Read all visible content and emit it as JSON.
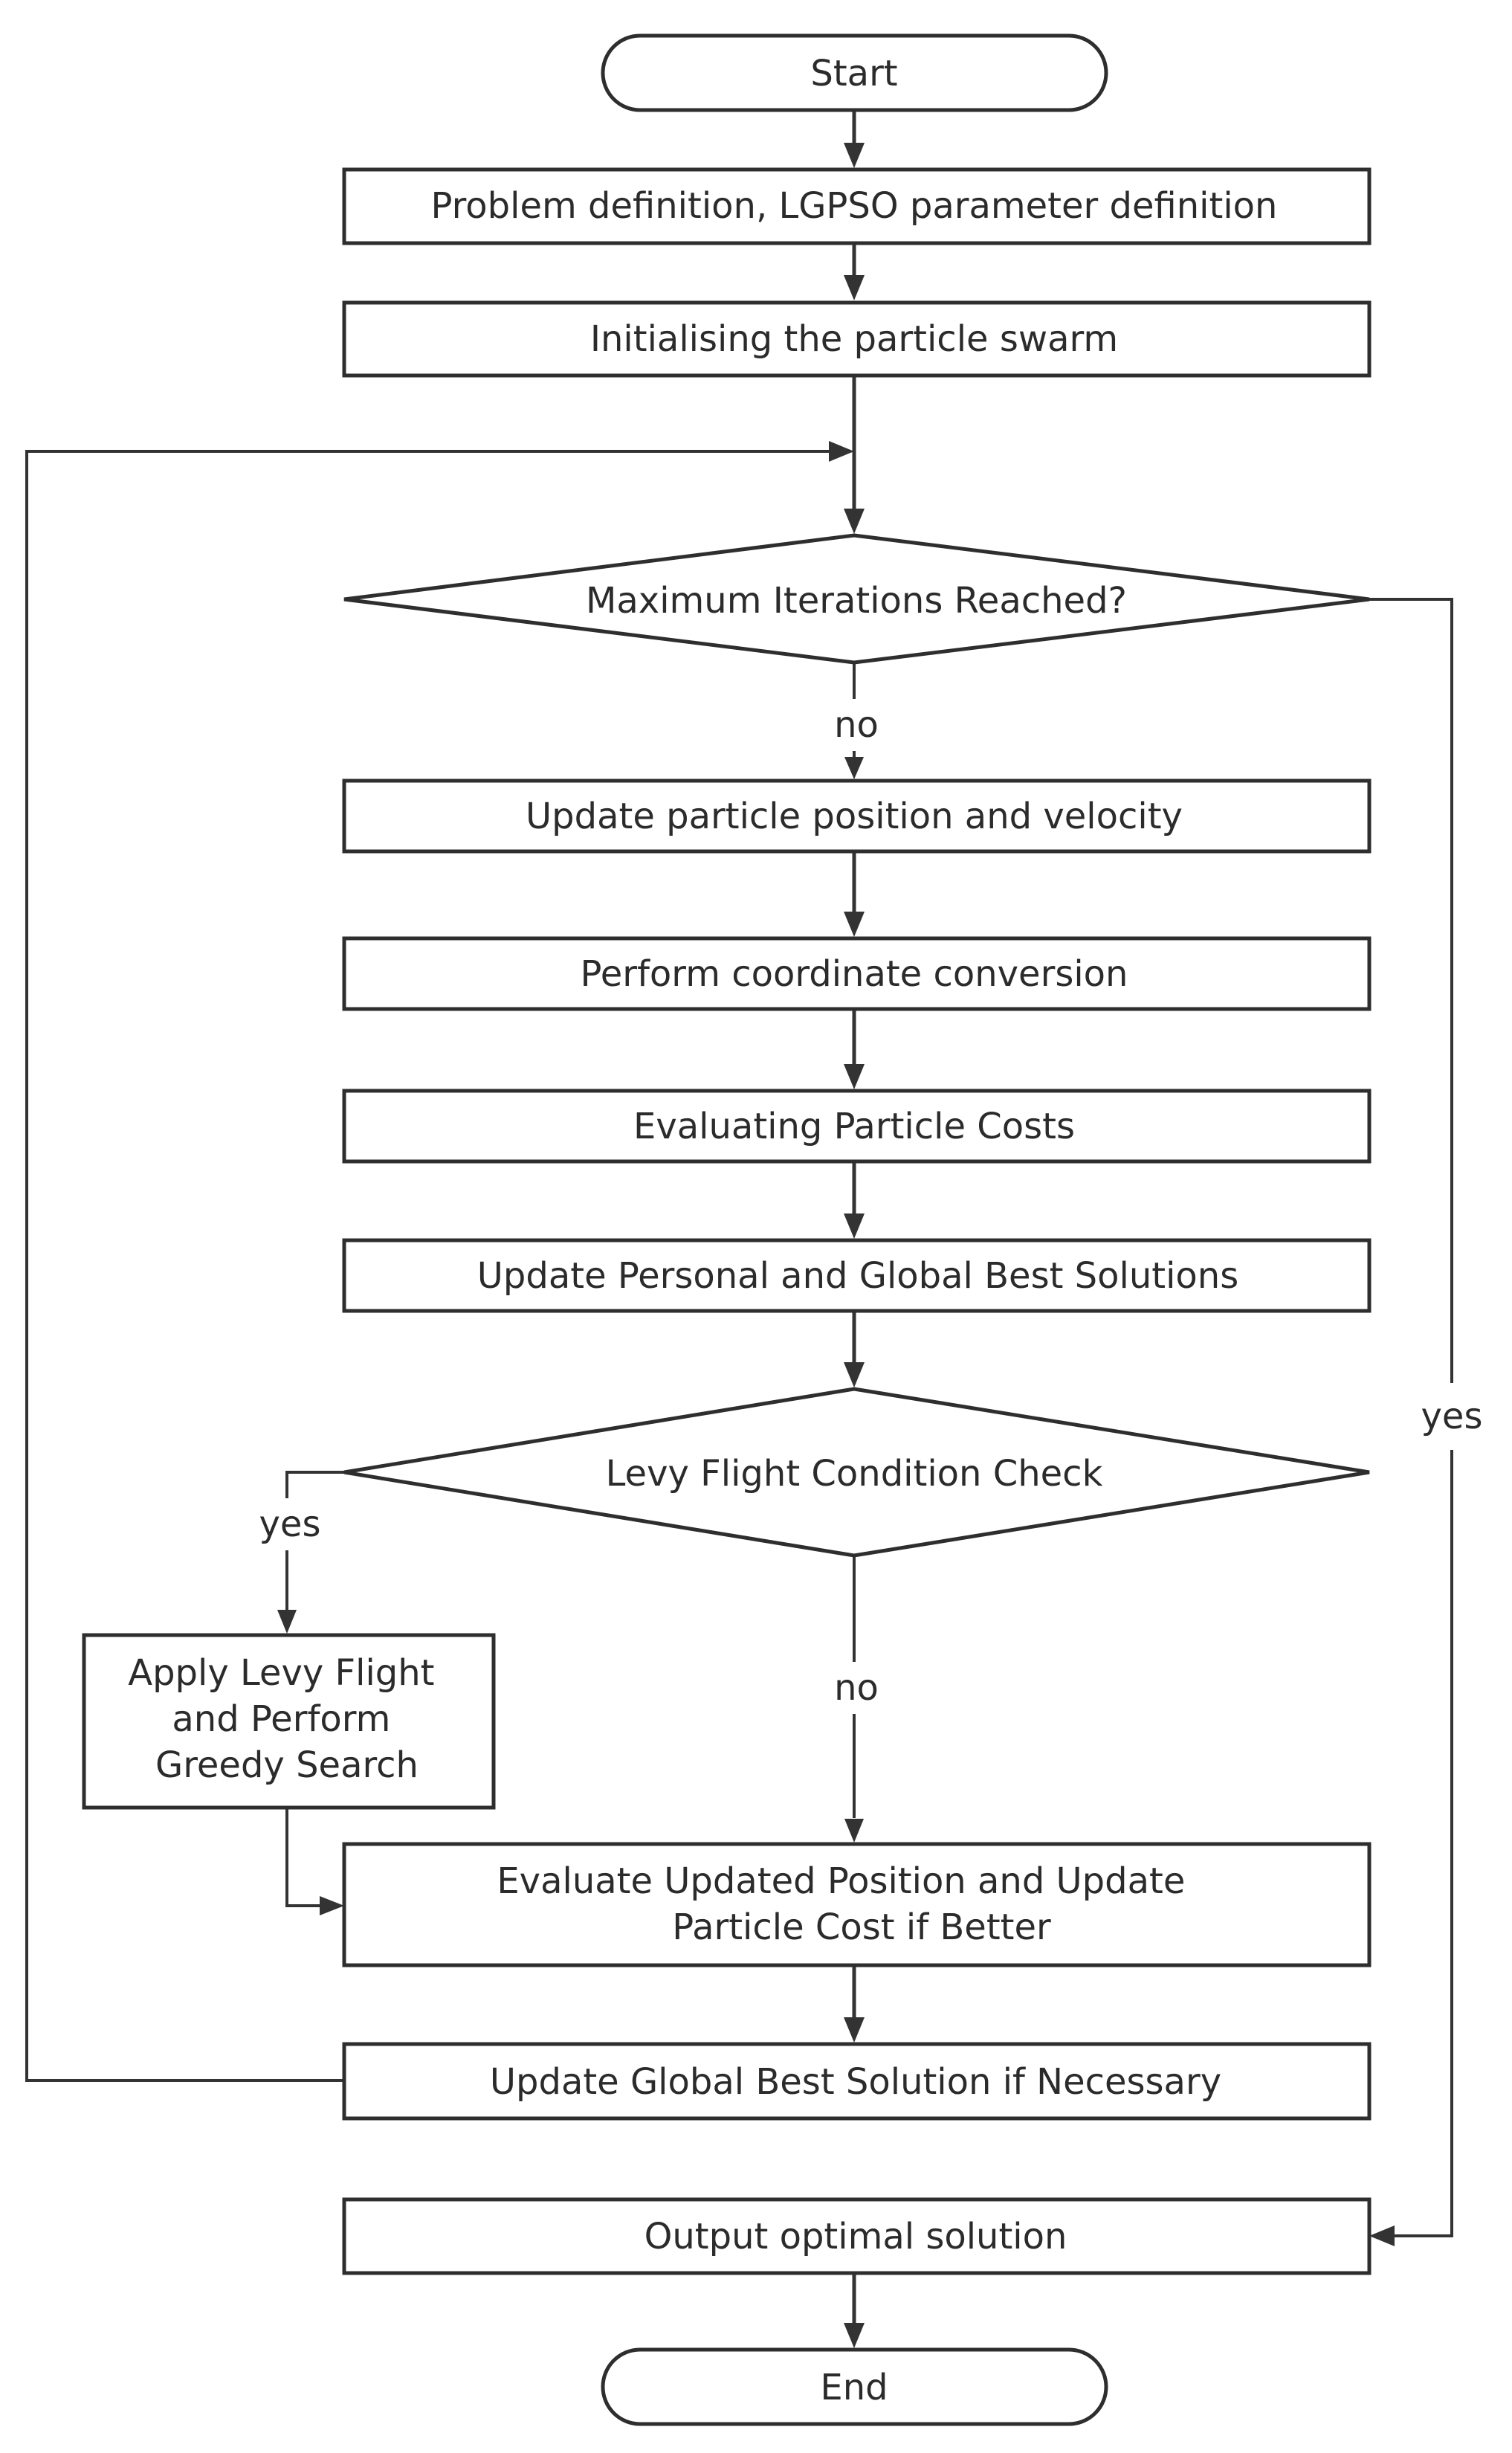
{
  "nodes": {
    "start": "Start",
    "problem_def": "Problem definition, LGPSO parameter definition",
    "init_swarm": "Initialising the particle swarm",
    "max_iter": "Maximum Iterations Reached?",
    "update_pos": "Update particle position and velocity",
    "coord_conv": "Perform coordinate conversion",
    "eval_costs": "Evaluating Particle Costs",
    "update_best": "Update Personal and Global Best Solutions",
    "levy_check": "Levy Flight Condition Check",
    "apply_levy": [
      "Apply Levy Flight",
      "and Perform",
      "Greedy Search"
    ],
    "eval_updated": [
      "Evaluate Updated Position and Update",
      "Particle Cost if Better"
    ],
    "update_global": "Update Global Best Solution if Necessary",
    "output": "Output optimal solution",
    "end": "End"
  },
  "edge_labels": {
    "max_iter_no": "no",
    "max_iter_yes": "yes",
    "levy_yes": "yes",
    "levy_no": "no"
  },
  "colors": {
    "stroke": "#2e2e2e",
    "text": "#2b2b2b",
    "background": "#ffffff"
  }
}
